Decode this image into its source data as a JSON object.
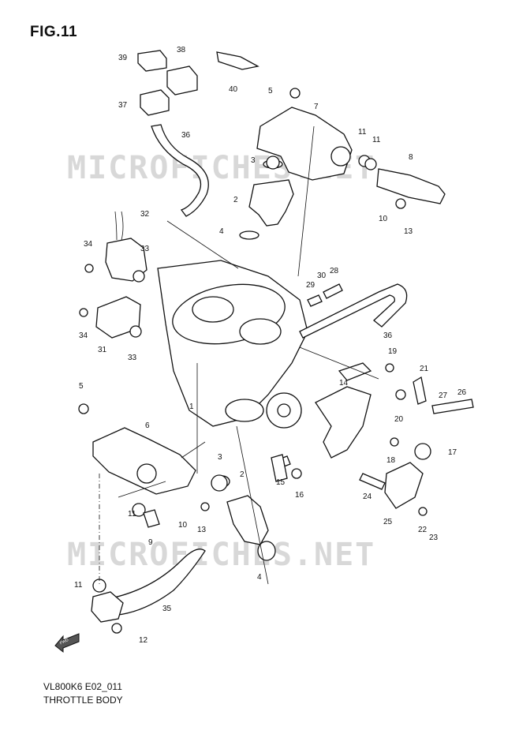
{
  "figure": {
    "title": "FIG.11",
    "code": "VL800K6 E02_011",
    "caption": "THROTTLE BODY",
    "watermark": "MICROFICHES.NET"
  },
  "callouts": [
    "1",
    "2",
    "3",
    "4",
    "5",
    "6",
    "7",
    "8",
    "9",
    "10",
    "11",
    "12",
    "13",
    "14",
    "15",
    "16",
    "17",
    "18",
    "19",
    "20",
    "21",
    "22",
    "23",
    "24",
    "25",
    "26",
    "27",
    "28",
    "29",
    "30",
    "31",
    "32",
    "33",
    "34",
    "35",
    "36",
    "37",
    "38",
    "39",
    "40"
  ],
  "fwd_arrow_label": "FWD"
}
